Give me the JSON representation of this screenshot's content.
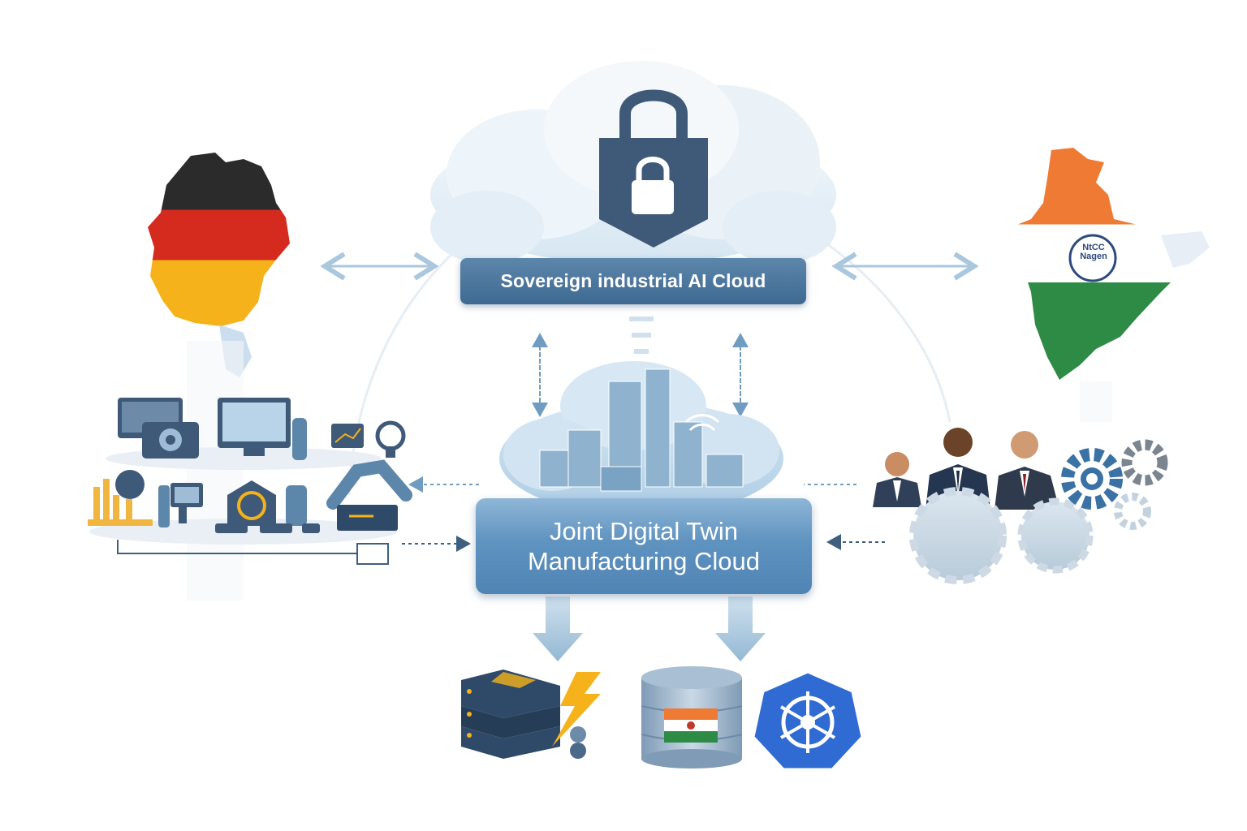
{
  "labels": {
    "sovereign_cloud": "Sovereign industrial AI Cloud",
    "twin_line1": "Joint Digital Twin",
    "twin_line2": "Manufacturing Cloud",
    "badge_line1": "NtCC",
    "badge_line2": "Nagen"
  },
  "icons": {
    "top": "lock-icon",
    "left_region": "germany-map-icon",
    "right_region": "india-map-icon",
    "left_cluster": "factory-equipment-icon",
    "right_cluster": "business-people-icon",
    "gears": "gears-icon",
    "center": "city-cloud-icon",
    "bottom": [
      "server-stack-icon",
      "database-icon",
      "kubernetes-icon"
    ]
  },
  "colors": {
    "primary": "#4a78a4",
    "dark": "#3c5570",
    "arrow": "#9dc0db",
    "germany": [
      "#2b2b2b",
      "#d52a1e",
      "#f5b21a"
    ],
    "india": [
      "#ee7a33",
      "#ffffff",
      "#2e8b45"
    ]
  }
}
